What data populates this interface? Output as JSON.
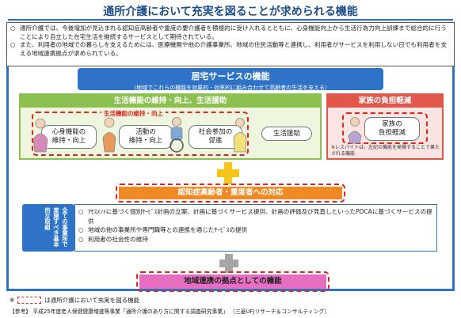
{
  "title": "通所介護において充実を図ることが求められる機能",
  "intro": [
    {
      "mark": "○",
      "text": "通所介護では、今後増加が見込まれる認知症高齢者や重度の要介護者を積極的に受け入れるとともに、心身機能向上から生活行為力向上訓練まで総合的に行うことにより自立した在宅生活を継続するサービスとして期待されている。"
    },
    {
      "mark": "○",
      "text": "また、利用者の地域での暮らしを支えるためには、医療機関や他の介護事業所、地域の住民活動等と連携し、利用者がサービスを利用しない日でも利用者を支える地域連携拠点が求められている。"
    }
  ],
  "home_services": {
    "heading": "居宅サービスの機能",
    "subheading": "（地域でこれらの機能を効果的・効率的に組み合わせて高齢者の生活を支える）"
  },
  "life_function": {
    "heading": "生活機能の維持・向上、生活援助",
    "sub_label": "生活機能の維持・向上",
    "items": [
      "心身機能の|維持・向上",
      "活動の|維持・向上",
      "社会参加の|促進"
    ],
    "support": "生活援助"
  },
  "family": {
    "heading": "家族の負担軽減",
    "item": "家族の|負担軽減",
    "note": "※レスパイトは、左記の機能を発揮することで果たされる機能"
  },
  "dementia_bar": "認知症高齢者・重度者への対応",
  "side_label": "全ての事業所で実施すべき基本的な取組",
  "basic_items": [
    {
      "mark": "○",
      "text": "ｱｾｽﾒﾝﾄに基づく個別ｻｰﾋﾞｽ計画の立案、計画に基づくサービス提供、計画の評価及び見直しといったPDCAに基づくサービスの提供"
    },
    {
      "mark": "○",
      "text": "地域の他の事業所や専門職等との連携を通じたｻｰﾋﾞｽの提供"
    },
    {
      "mark": "○",
      "text": "利用者の社会性の維持"
    }
  ],
  "regional_bar": "地域連携の拠点としての機能",
  "legend_note": {
    "prefix": "※",
    "text": "は通所介護において充実を図る機能"
  },
  "reference": "【参考】 平成25年度老人保健健康増進等事業「通所介護のあり方に関する調査研究事業」 （三菱UFJリサーチ＆コンサルティング）",
  "colors": {
    "blue": "#2f73c9",
    "green": "#8cc152",
    "red": "#e2574c",
    "orange": "#f08a24",
    "magenta": "#e86ec1",
    "yellow_plus": "#f7c518",
    "grey_plus": "#a6a6a6",
    "dashed_highlight": "#e1261c"
  }
}
